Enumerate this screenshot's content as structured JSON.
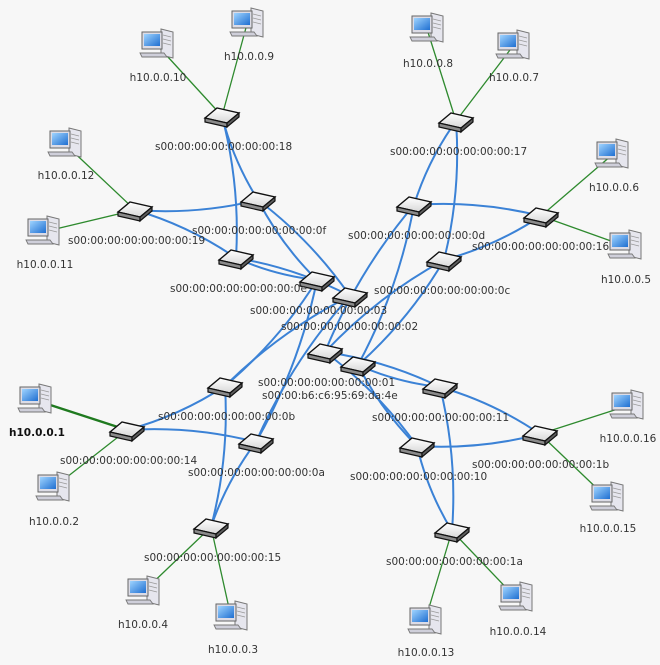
{
  "colors": {
    "switch_link": "#3b82d6",
    "host_link": "#2e8a2e",
    "background": "#f7f7f7"
  },
  "switches": [
    {
      "id": "s18",
      "label": "s00:00:00:00:00:00:00:18"
    },
    {
      "id": "s17",
      "label": "s00:00:00:00:00:00:00:17"
    },
    {
      "id": "s19",
      "label": "s00:00:00:00:00:00:00:19"
    },
    {
      "id": "s0f",
      "label": "s00:00:00:00:00:00:00:0f"
    },
    {
      "id": "s0d",
      "label": "s00:00:00:00:00:00:00:0d"
    },
    {
      "id": "s16",
      "label": "s00:00:00:00:00:00:00:16"
    },
    {
      "id": "s0e",
      "label": "s00:00:00:00:00:00:00:0e"
    },
    {
      "id": "s0c",
      "label": "s00:00:00:00:00:00:00:0c"
    },
    {
      "id": "s03",
      "label": "s00:00:00:00:00:00:00:03"
    },
    {
      "id": "s02",
      "label": "s00:00:00:00:00:00:00:02"
    },
    {
      "id": "s01",
      "label": "s00:00:00:00:00:00:00:01"
    },
    {
      "id": "sb6",
      "label": "s00:00:b6:c6:95:69:da:4e"
    },
    {
      "id": "s0b",
      "label": "s00:00:00:00:00:00:00:0b"
    },
    {
      "id": "s11",
      "label": "s00:00:00:00:00:00:00:11"
    },
    {
      "id": "s14",
      "label": "s00:00:00:00:00:00:00:14"
    },
    {
      "id": "s1b",
      "label": "s00:00:00:00:00:00:00:1b"
    },
    {
      "id": "s0a",
      "label": "s00:00:00:00:00:00:00:0a"
    },
    {
      "id": "s10",
      "label": "s00:00:00:00:00:00:00:10"
    },
    {
      "id": "s15",
      "label": "s00:00:00:00:00:00:00:15"
    },
    {
      "id": "s1a",
      "label": "s00:00:00:00:00:00:00:1a"
    }
  ],
  "hosts": [
    {
      "id": "h9",
      "label": "h10.0.0.9"
    },
    {
      "id": "h10",
      "label": "h10.0.0.10"
    },
    {
      "id": "h8",
      "label": "h10.0.0.8"
    },
    {
      "id": "h7",
      "label": "h10.0.0.7"
    },
    {
      "id": "h12",
      "label": "h10.0.0.12"
    },
    {
      "id": "h6",
      "label": "h10.0.0.6"
    },
    {
      "id": "h11",
      "label": "h10.0.0.11"
    },
    {
      "id": "h5",
      "label": "h10.0.0.5"
    },
    {
      "id": "h1",
      "label": "h10.0.0.1",
      "bold": true
    },
    {
      "id": "h16",
      "label": "h10.0.0.16"
    },
    {
      "id": "h2",
      "label": "h10.0.0.2"
    },
    {
      "id": "h15",
      "label": "h10.0.0.15"
    },
    {
      "id": "h4",
      "label": "h10.0.0.4"
    },
    {
      "id": "h14",
      "label": "h10.0.0.14"
    },
    {
      "id": "h3",
      "label": "h10.0.0.3"
    },
    {
      "id": "h13",
      "label": "h10.0.0.13"
    }
  ],
  "switch_links": [
    [
      "s18",
      "s0f"
    ],
    [
      "s18",
      "s0e"
    ],
    [
      "s19",
      "s0f"
    ],
    [
      "s19",
      "s0e"
    ],
    [
      "s17",
      "s0d"
    ],
    [
      "s17",
      "s0c"
    ],
    [
      "s16",
      "s0d"
    ],
    [
      "s16",
      "s0c"
    ],
    [
      "s0f",
      "s03"
    ],
    [
      "s0f",
      "s02"
    ],
    [
      "s0e",
      "s03"
    ],
    [
      "s0e",
      "s02"
    ],
    [
      "s0d",
      "s01"
    ],
    [
      "s0d",
      "sb6"
    ],
    [
      "s0c",
      "s01"
    ],
    [
      "s0c",
      "sb6"
    ],
    [
      "s0b",
      "s03"
    ],
    [
      "s0b",
      "s02"
    ],
    [
      "s0a",
      "s03"
    ],
    [
      "s0a",
      "s02"
    ],
    [
      "s11",
      "s01"
    ],
    [
      "s11",
      "sb6"
    ],
    [
      "s10",
      "s01"
    ],
    [
      "s10",
      "sb6"
    ],
    [
      "s14",
      "s0b"
    ],
    [
      "s14",
      "s0a"
    ],
    [
      "s15",
      "s0b"
    ],
    [
      "s15",
      "s0a"
    ],
    [
      "s1b",
      "s11"
    ],
    [
      "s1b",
      "s10"
    ],
    [
      "s1a",
      "s11"
    ],
    [
      "s1a",
      "s10"
    ]
  ],
  "host_links": [
    [
      "h9",
      "s18"
    ],
    [
      "h10",
      "s18"
    ],
    [
      "h8",
      "s17"
    ],
    [
      "h7",
      "s17"
    ],
    [
      "h12",
      "s19"
    ],
    [
      "h11",
      "s19"
    ],
    [
      "h6",
      "s16"
    ],
    [
      "h5",
      "s16"
    ],
    [
      "h1",
      "s14"
    ],
    [
      "h2",
      "s14"
    ],
    [
      "h16",
      "s1b"
    ],
    [
      "h15",
      "s1b"
    ],
    [
      "h4",
      "s15"
    ],
    [
      "h3",
      "s15"
    ],
    [
      "h14",
      "s1a"
    ],
    [
      "h13",
      "s1a"
    ]
  ]
}
